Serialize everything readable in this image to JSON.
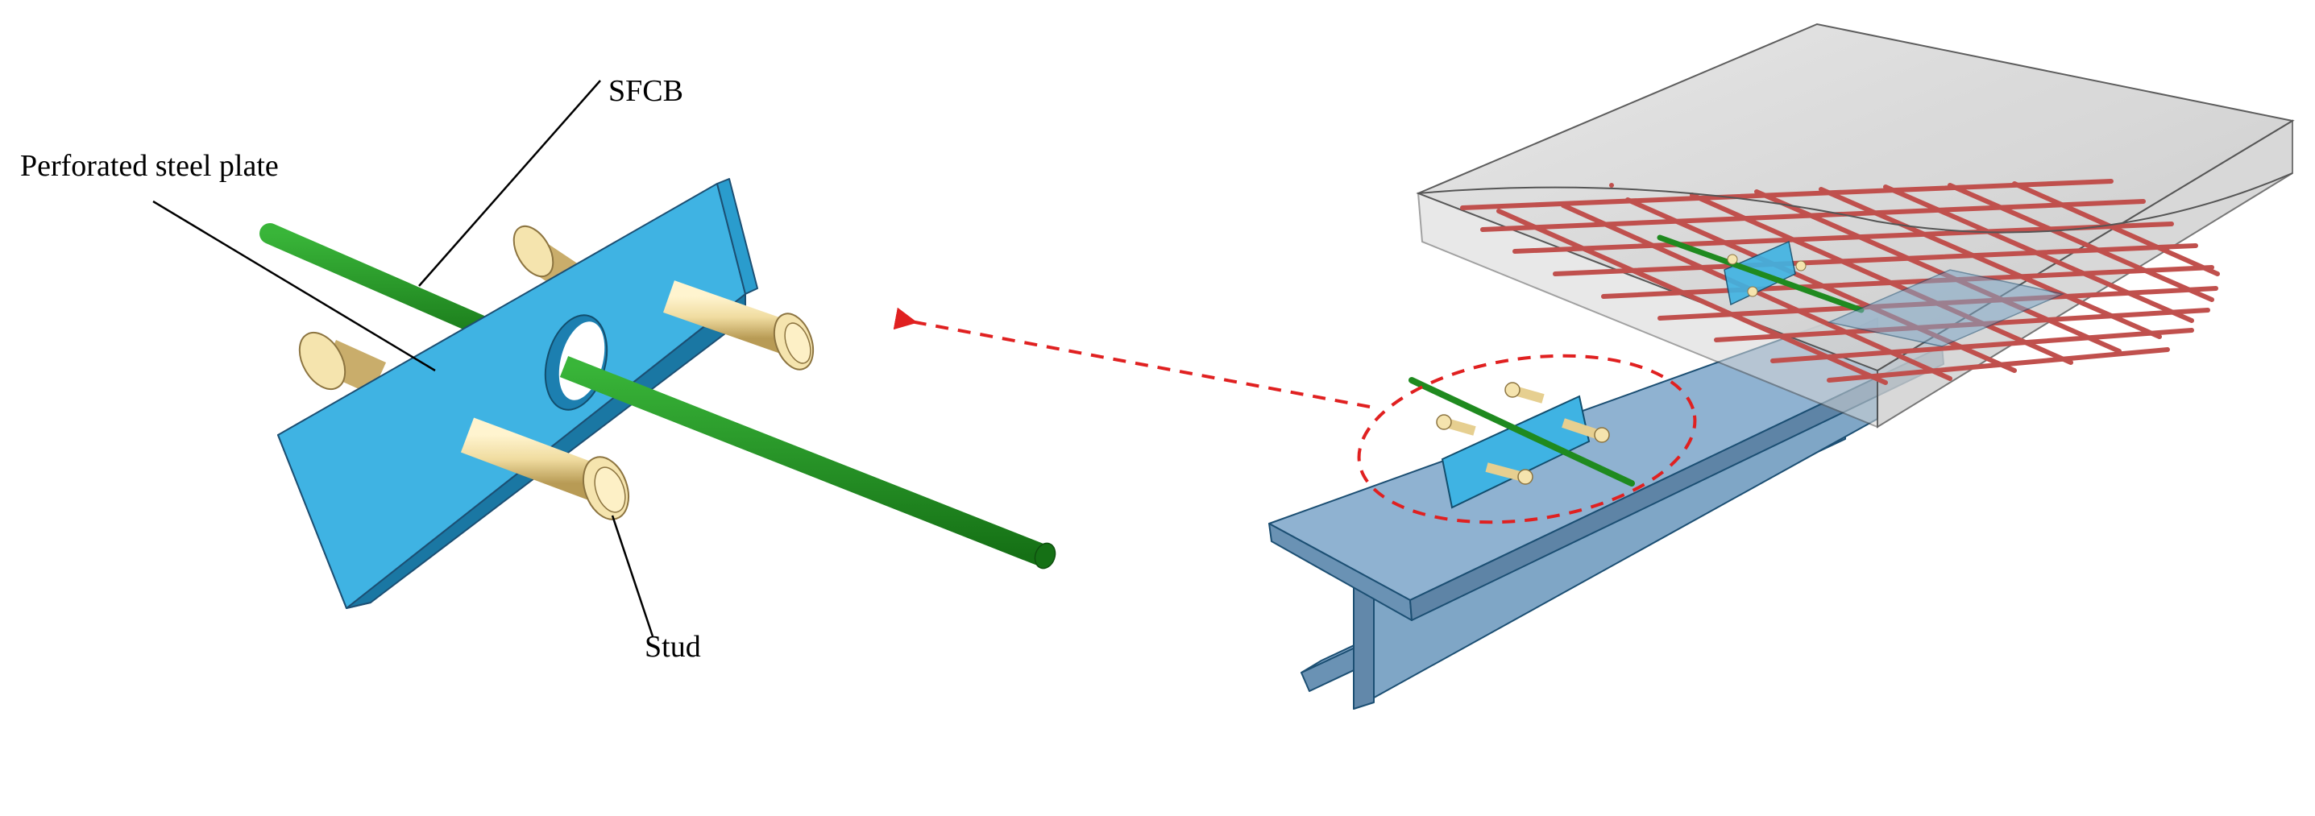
{
  "labels": {
    "sfcb": "SFCB",
    "plate": "Perforated steel plate",
    "stud": "Stud"
  },
  "colors": {
    "plate": "#3fb3e3",
    "plate_side": "#1f86b6",
    "sfcb": "#1f8a1f",
    "stud": "#f0dca0",
    "beam": "#7fa6c6",
    "slab": "#d9d9d9",
    "rebar": "#c0504d",
    "arrow": "#e02020"
  }
}
